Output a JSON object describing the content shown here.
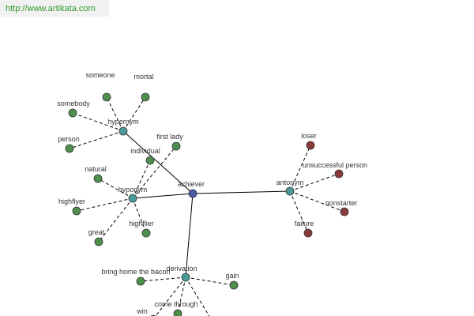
{
  "header": {
    "url": "http://www.artikata.com"
  },
  "colors": {
    "center": "#4b5aa8",
    "relation": "#4a9a9a",
    "word": "#4e8f4e",
    "antonym_word": "#8a3a3a",
    "edge": "#000000"
  },
  "graph": {
    "center": {
      "id": "achiever",
      "label": "achiever"
    },
    "relations": [
      {
        "id": "hypernym",
        "label": "hypernym",
        "words": [
          "someone",
          "mortal",
          "somebody",
          "person"
        ]
      },
      {
        "id": "hyponym",
        "label": "hyponym",
        "words": [
          "individual",
          "first lady",
          "natural",
          "highflyer",
          "great",
          "highflier"
        ]
      },
      {
        "id": "antonym",
        "label": "antonym",
        "words": [
          "loser",
          "unsuccessful person",
          "nonstarter",
          "failure"
        ]
      },
      {
        "id": "derivation",
        "label": "derivation",
        "words": [
          "bring home the bacon",
          "gain",
          "win",
          "come through"
        ]
      }
    ]
  }
}
